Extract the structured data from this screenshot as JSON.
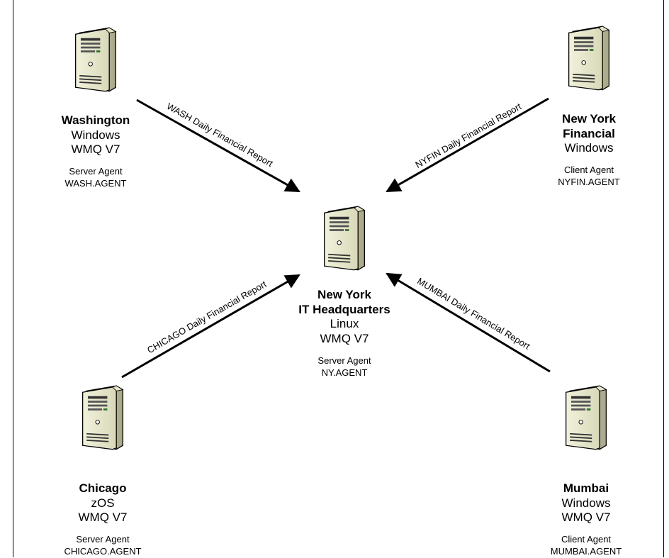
{
  "nodes": {
    "washington": {
      "title": [
        "Washington"
      ],
      "lines": [
        "Windows",
        "WMQ V7"
      ],
      "agent_type": "Server Agent",
      "agent_name": "WASH.AGENT"
    },
    "nyfin": {
      "title": [
        "New York",
        "Financial"
      ],
      "lines": [
        "Windows"
      ],
      "agent_type": "Client Agent",
      "agent_name": "NYFIN.AGENT"
    },
    "hq": {
      "title": [
        "New York",
        "IT Headquarters"
      ],
      "lines": [
        "Linux",
        "WMQ V7"
      ],
      "agent_type": "Server Agent",
      "agent_name": "NY.AGENT"
    },
    "chicago": {
      "title": [
        "Chicago"
      ],
      "lines": [
        "zOS",
        "WMQ V7"
      ],
      "agent_type": "Server Agent",
      "agent_name": "CHICAGO.AGENT"
    },
    "mumbai": {
      "title": [
        "Mumbai"
      ],
      "lines": [
        "Windows",
        "WMQ V7"
      ],
      "agent_type": "Client Agent",
      "agent_name": "MUMBAI.AGENT"
    }
  },
  "flows": {
    "wash": "WASH Daily Financial Report",
    "nyfin": "NYFIN Daily Financial Report",
    "chicago": "CHICAGO Daily Financial Report",
    "mumbai": "MUMBAI Daily Financial Report"
  },
  "icons": {
    "server": "server-tower-icon"
  }
}
